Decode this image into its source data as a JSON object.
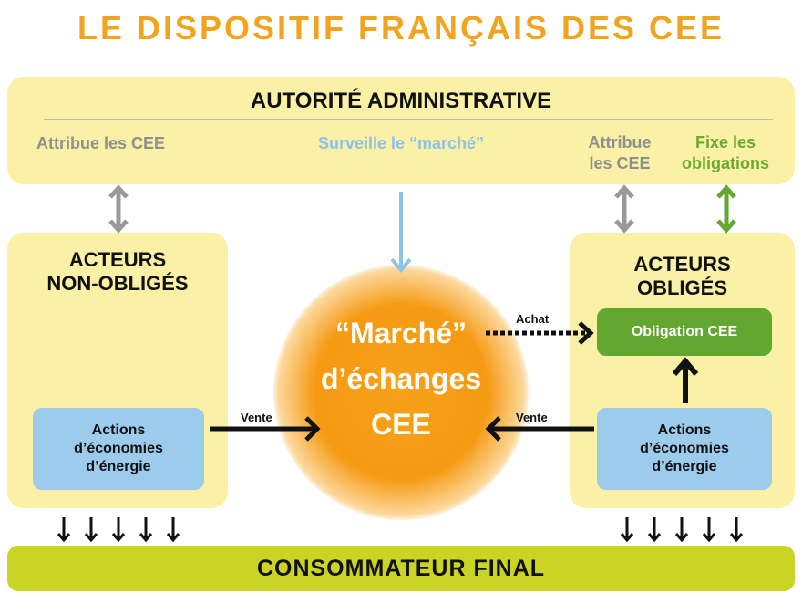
{
  "title": "LE DISPOSITIF FRANÇAIS DES CEE",
  "authority": {
    "heading": "AUTORITÉ ADMINISTRATIVE",
    "attribue_left": "Attribue les CEE",
    "surveille": "Surveille le “marché”",
    "attribue_right_1": "Attribue",
    "attribue_right_2": "les CEE",
    "fixe_1": "Fixe les",
    "fixe_2": "obligations"
  },
  "non_obliges": {
    "heading_1": "ACTEURS",
    "heading_2": "NON-OBLIGÉS",
    "actions": [
      "Actions",
      "d’économies",
      "d’énergie"
    ]
  },
  "obliges": {
    "heading_1": "ACTEURS",
    "heading_2": "OBLIGÉS",
    "obligation": "Obligation CEE",
    "actions": [
      "Actions",
      "d’économies",
      "d’énergie"
    ]
  },
  "market": {
    "line1": "“Marché”",
    "line2": "d’échanges",
    "line3": "CEE"
  },
  "flows": {
    "vente_left": "Vente",
    "vente_right": "Vente",
    "achat": "Achat"
  },
  "consumer": "CONSOMMATEUR FINAL",
  "colors": {
    "title": "#f2a41e",
    "box": "#faf0a6",
    "blue": "#9ccbeb",
    "green": "#62a830",
    "bar": "#c9d424",
    "sun": "#f59a12"
  }
}
